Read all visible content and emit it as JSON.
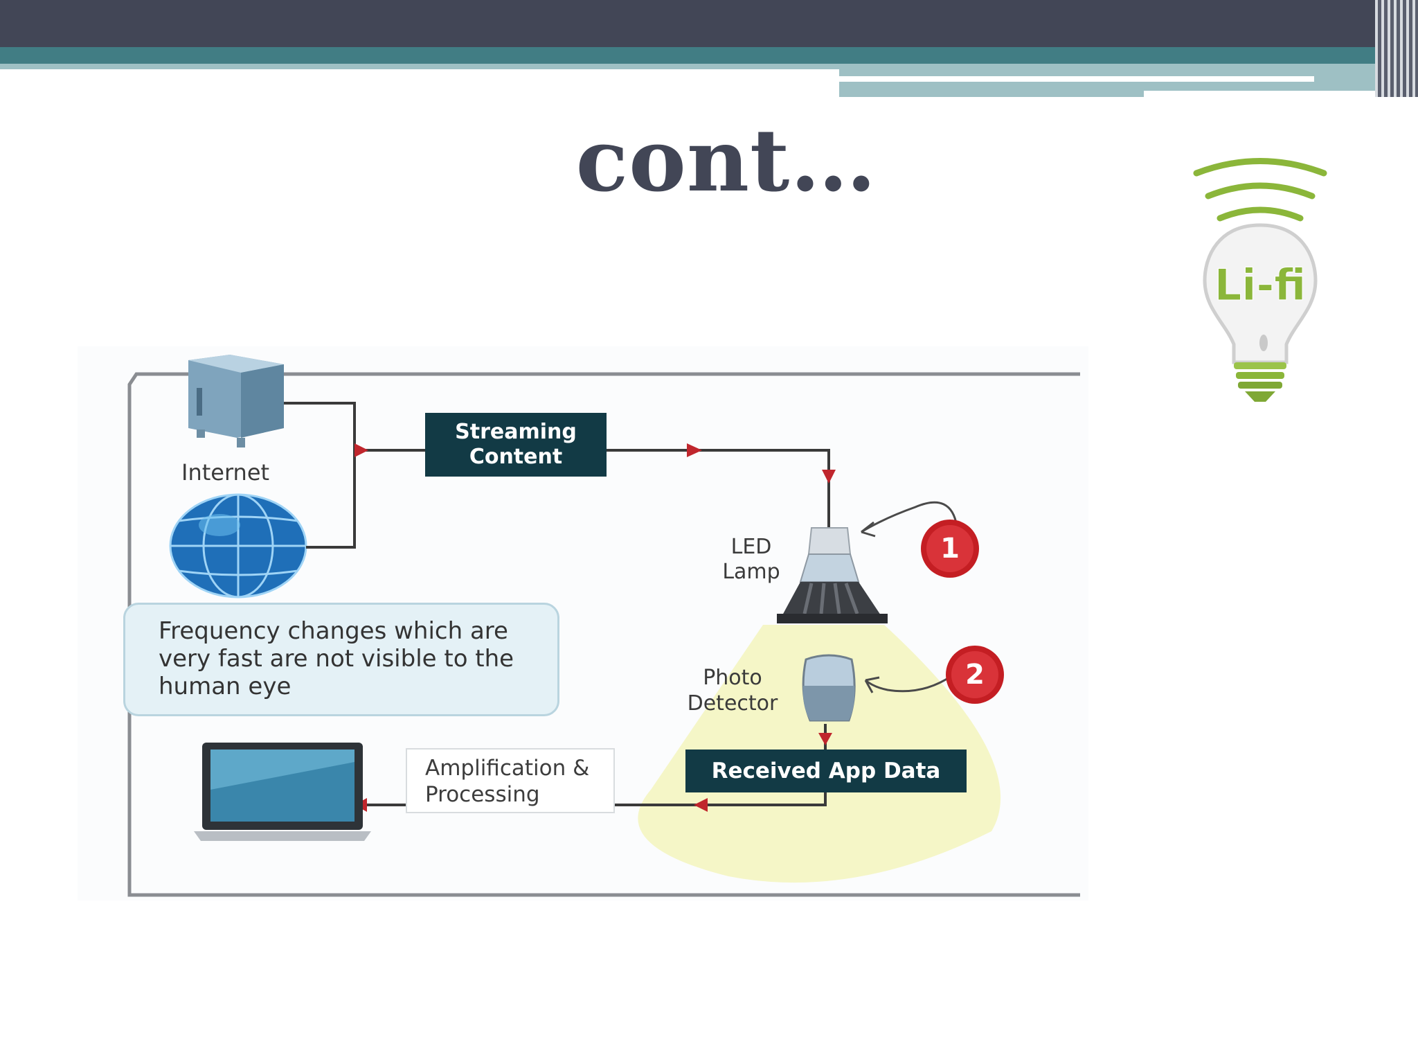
{
  "slide": {
    "title": "cont…",
    "colors": {
      "header": "#424656",
      "teal": "#417d84",
      "light_teal": "#9ec0c4",
      "title": "#424656"
    }
  },
  "logo": {
    "text": "Li-fi",
    "icon": "lightbulb-icon",
    "color": "#8bb63a"
  },
  "diagram": {
    "internet_label": "Internet",
    "streaming_content": "Streaming Content",
    "led_lamp_label": "LED Lamp",
    "photo_detector_label": "Photo Detector",
    "received_app_data": "Received App Data",
    "amplification_processing": "Amplification & Processing",
    "frequency_note": "Frequency changes which are very fast are not visible to the human eye",
    "badge_1": "1",
    "badge_2": "2",
    "colors": {
      "dark_box": "#123a45",
      "arrow": "#c0262d",
      "light_cone": "#f4f5c4",
      "badge": "#c41e23"
    }
  }
}
